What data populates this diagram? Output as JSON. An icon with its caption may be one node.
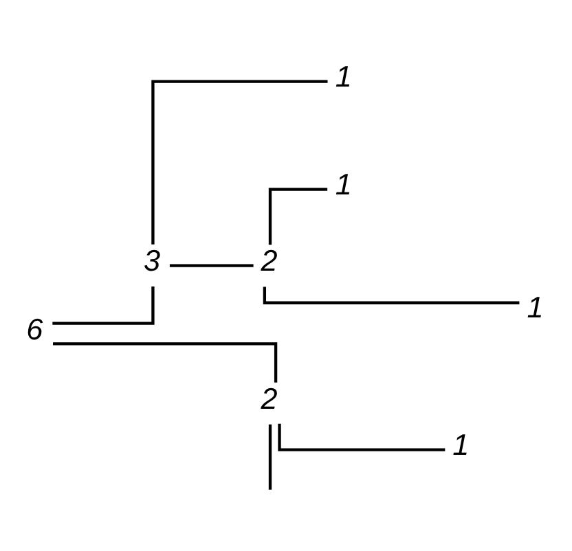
{
  "diagram": {
    "nodes": [
      {
        "text": [
          "6"
        ]
      },
      {
        "text": [
          "3"
        ]
      },
      {
        "text": [
          "1"
        ]
      },
      {
        "text": [
          "2"
        ]
      },
      {
        "text": [
          "1"
        ]
      },
      {
        "text": [
          "1"
        ]
      },
      {
        "text": [
          "2"
        ]
      },
      {
        "text": [
          "1"
        ]
      }
    ],
    "edges": [
      {
        "from": 0,
        "to": 1,
        "arrow": "none"
      },
      {
        "from": 1,
        "to": 2,
        "arrow": "none"
      },
      {
        "from": 1,
        "to": 3,
        "arrow": "none"
      },
      {
        "from": 3,
        "to": 4,
        "arrow": "none"
      },
      {
        "from": 3,
        "to": 5,
        "arrow": "none"
      },
      {
        "from": 0,
        "to": 6,
        "arrow": "none"
      },
      {
        "from": 6,
        "to": 7,
        "arrow": "none"
      },
      {
        "from": 6,
        "to": null,
        "arrow": "none"
      }
    ]
  }
}
